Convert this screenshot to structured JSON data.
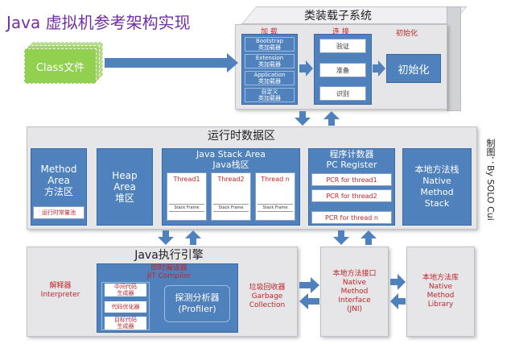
{
  "title": "Java 虚拟机参考架构实现",
  "credit": "制图：By SOLO Cui",
  "class_file": "Class文件",
  "classloader": {
    "title": "类装载子系统",
    "load_label": "加 载",
    "link_label": "连 接",
    "init_label": "初始化",
    "loaders": [
      {
        "en": "Bootstrap",
        "zh": "类加载器"
      },
      {
        "en": "Extension",
        "zh": "类加载器"
      },
      {
        "en": "Application",
        "zh": "类加载器"
      },
      {
        "en": "自定义",
        "zh": "类加载器"
      }
    ],
    "link_steps": [
      "验证",
      "准备",
      "识别"
    ],
    "init_box": "初始化"
  },
  "runtime": {
    "title": "运行时数据区",
    "method_area": {
      "l1": "Method",
      "l2": "Area",
      "l3": "方法区",
      "pool": "运行时常量池"
    },
    "heap": {
      "l1": "Heap",
      "l2": "Area",
      "l3": "堆区"
    },
    "stack": {
      "l1": "Java Stack Area",
      "l2": "Java栈区",
      "threads": [
        {
          "name": "Thread1",
          "frame": "Stack Frame"
        },
        {
          "name": "Thread2",
          "frame": "Stack Frame"
        },
        {
          "name": "Thread n",
          "frame": "Stack Frame"
        }
      ]
    },
    "pc": {
      "l1": "程序计数器",
      "l2": "PC Register",
      "items": [
        "PCR for thread1",
        "PCR for thread2",
        "PCR for thread n"
      ]
    },
    "native_stack": {
      "l1": "本地方法栈",
      "l2": "Native",
      "l3": "Method",
      "l4": "Stack"
    }
  },
  "engine": {
    "title": "Java执行引擎",
    "interpreter": {
      "zh": "解释器",
      "en": "Interpreter"
    },
    "jit": {
      "zh": "即时编译器",
      "en": "JIT Compiler",
      "items": [
        {
          "l1": "中间代码",
          "l2": "生成器"
        },
        {
          "l1": "代码优化器",
          "l2": ""
        },
        {
          "l1": "目标代码",
          "l2": "生成器"
        }
      ],
      "profiler_zh": "探测分析器",
      "profiler_en": "(Profiler)"
    },
    "gc": {
      "l1": "垃圾回收器",
      "l2": "Garbage",
      "l3": "Collection"
    }
  },
  "jni": {
    "l1": "本地方法接口",
    "l2": "Native",
    "l3": "Method",
    "l4": "Interface",
    "l5": "(JNI)"
  },
  "native_lib": {
    "l1": "本地方法库",
    "l2": "Native",
    "l3": "Method",
    "l4": "Library"
  },
  "colors": {
    "blue": "#4f81bd",
    "red": "#c0262b",
    "purple": "#7030a0",
    "green": "#92d050"
  }
}
